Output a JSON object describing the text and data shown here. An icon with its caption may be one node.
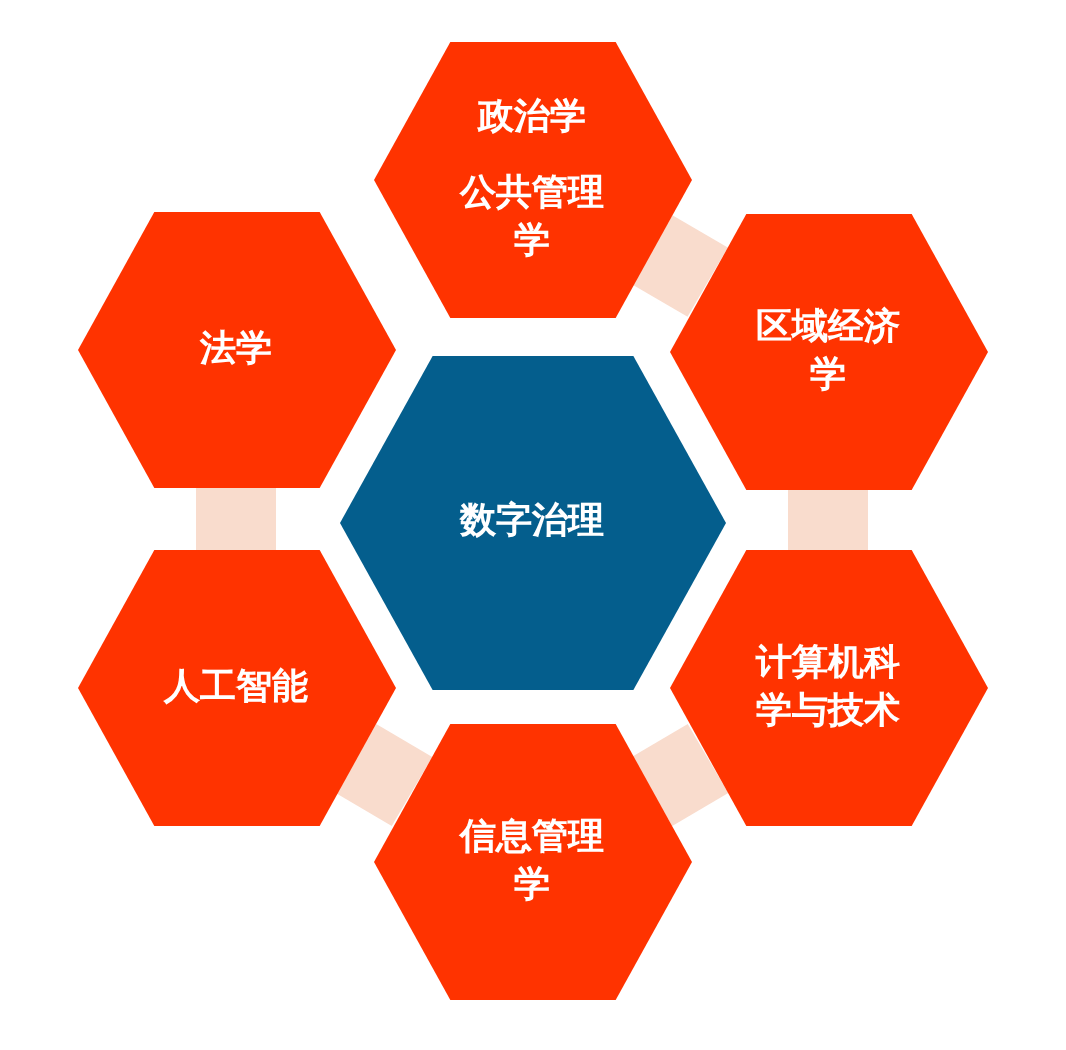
{
  "diagram": {
    "nodes": [
      {
        "text": [
          "政治学",
          "公共管理学"
        ]
      },
      {
        "text": [
          "法学"
        ]
      },
      {
        "text": [
          "区域经济学"
        ]
      },
      {
        "text": [
          "数字治理"
        ]
      },
      {
        "text": [
          "人工智能"
        ]
      },
      {
        "text": [
          "计算机科学与技术"
        ]
      },
      {
        "text": [
          "信息管理学"
        ]
      }
    ],
    "edges": [
      {
        "from": 0,
        "to": 2,
        "arrow": "none",
        "color": "#f9dccd"
      },
      {
        "from": 2,
        "to": 5,
        "arrow": "none",
        "color": "#f9dccd"
      },
      {
        "from": 5,
        "to": 6,
        "arrow": "none",
        "color": "#f9dccd"
      },
      {
        "from": 6,
        "to": 4,
        "arrow": "none",
        "color": "#f9dccd"
      },
      {
        "from": 4,
        "to": 1,
        "arrow": "none",
        "color": "#f9dccd"
      }
    ]
  }
}
